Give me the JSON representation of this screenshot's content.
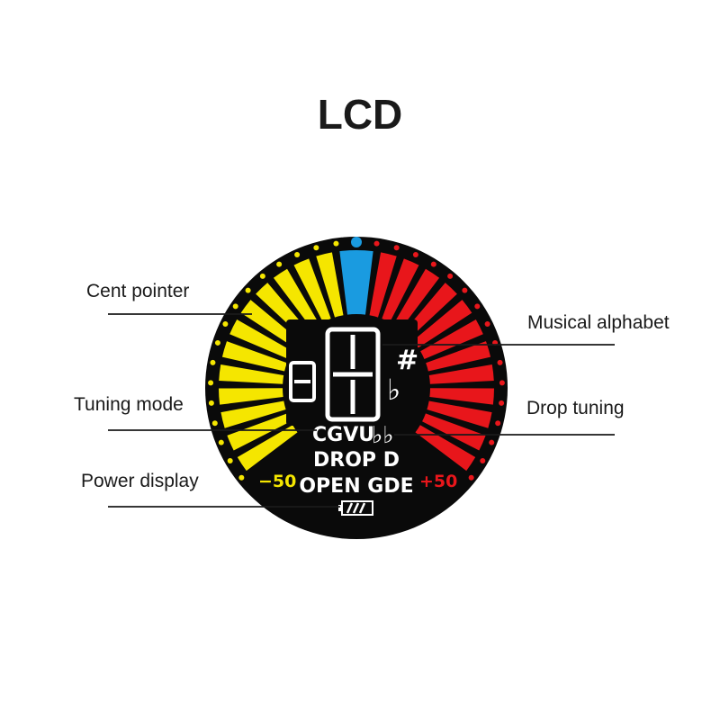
{
  "title": "LCD",
  "labels": {
    "cent_pointer": "Cent pointer",
    "tuning_mode": "Tuning mode",
    "power_display": "Power display",
    "musical_alphabet": "Musical alphabet",
    "drop_tuning": "Drop tuning"
  },
  "display": {
    "tuning_mode_text": "CGVU",
    "flat_symbols": "♭♭",
    "drop_text": "DROP D",
    "open_text": "OPEN GDE",
    "minus_label": "−50",
    "plus_label": "+50",
    "sharp_symbol": "#",
    "flat_symbol": "♭"
  },
  "colors": {
    "flat_side": "#f5e600",
    "sharp_side": "#e8161b",
    "center": "#1a9be0",
    "face": "#0a0a0a",
    "outline": "#1a1a1a",
    "text": "#ffffff"
  }
}
